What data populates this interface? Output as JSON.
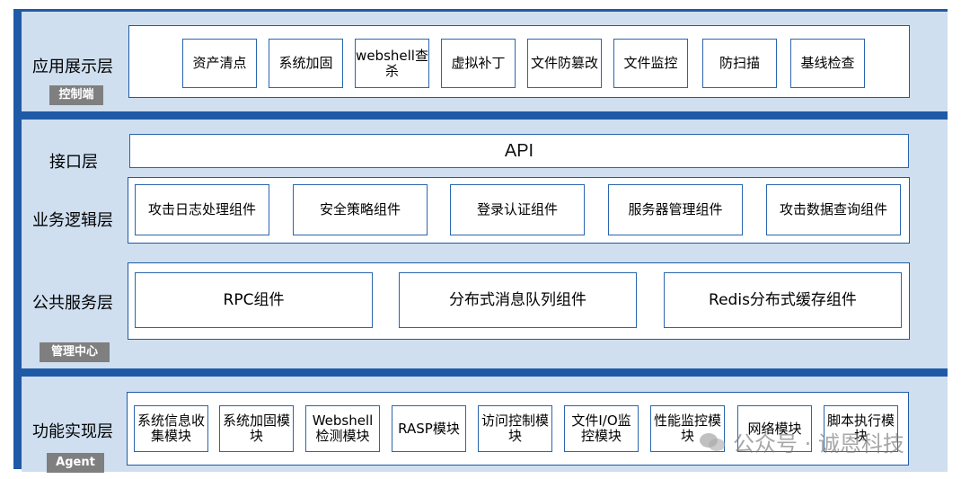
{
  "layers": {
    "presentation": {
      "label": "应用展示层",
      "tag": "控制端",
      "items": [
        "资产清点",
        "系统加固",
        "webshell查杀",
        "虚拟补丁",
        "文件防篡改",
        "文件监控",
        "防扫描",
        "基线检查"
      ]
    },
    "interface": {
      "label": "接口层",
      "api": "API"
    },
    "business": {
      "label": "业务逻辑层",
      "items": [
        "攻击日志处理组件",
        "安全策略组件",
        "登录认证组件",
        "服务器管理组件",
        "攻击数据查询组件"
      ]
    },
    "common": {
      "label": "公共服务层",
      "tag": "管理中心",
      "items": [
        "RPC组件",
        "分布式消息队列组件",
        "Redis分布式缓存组件"
      ]
    },
    "function": {
      "label": "功能实现层",
      "tag": "Agent",
      "items": [
        "系统信息收集模块",
        "系统加固模块",
        "Webshell检测模块",
        "RASP模块",
        "访问控制模块",
        "文件I/O监控模块",
        "性能监控模块",
        "网络模块",
        "脚本执行模块"
      ]
    }
  },
  "watermark": "公众号 · 诚恩科技",
  "colors": {
    "frame": "#1f5aa6",
    "band": "#cfdff0",
    "tag": "#7f7f7f"
  }
}
